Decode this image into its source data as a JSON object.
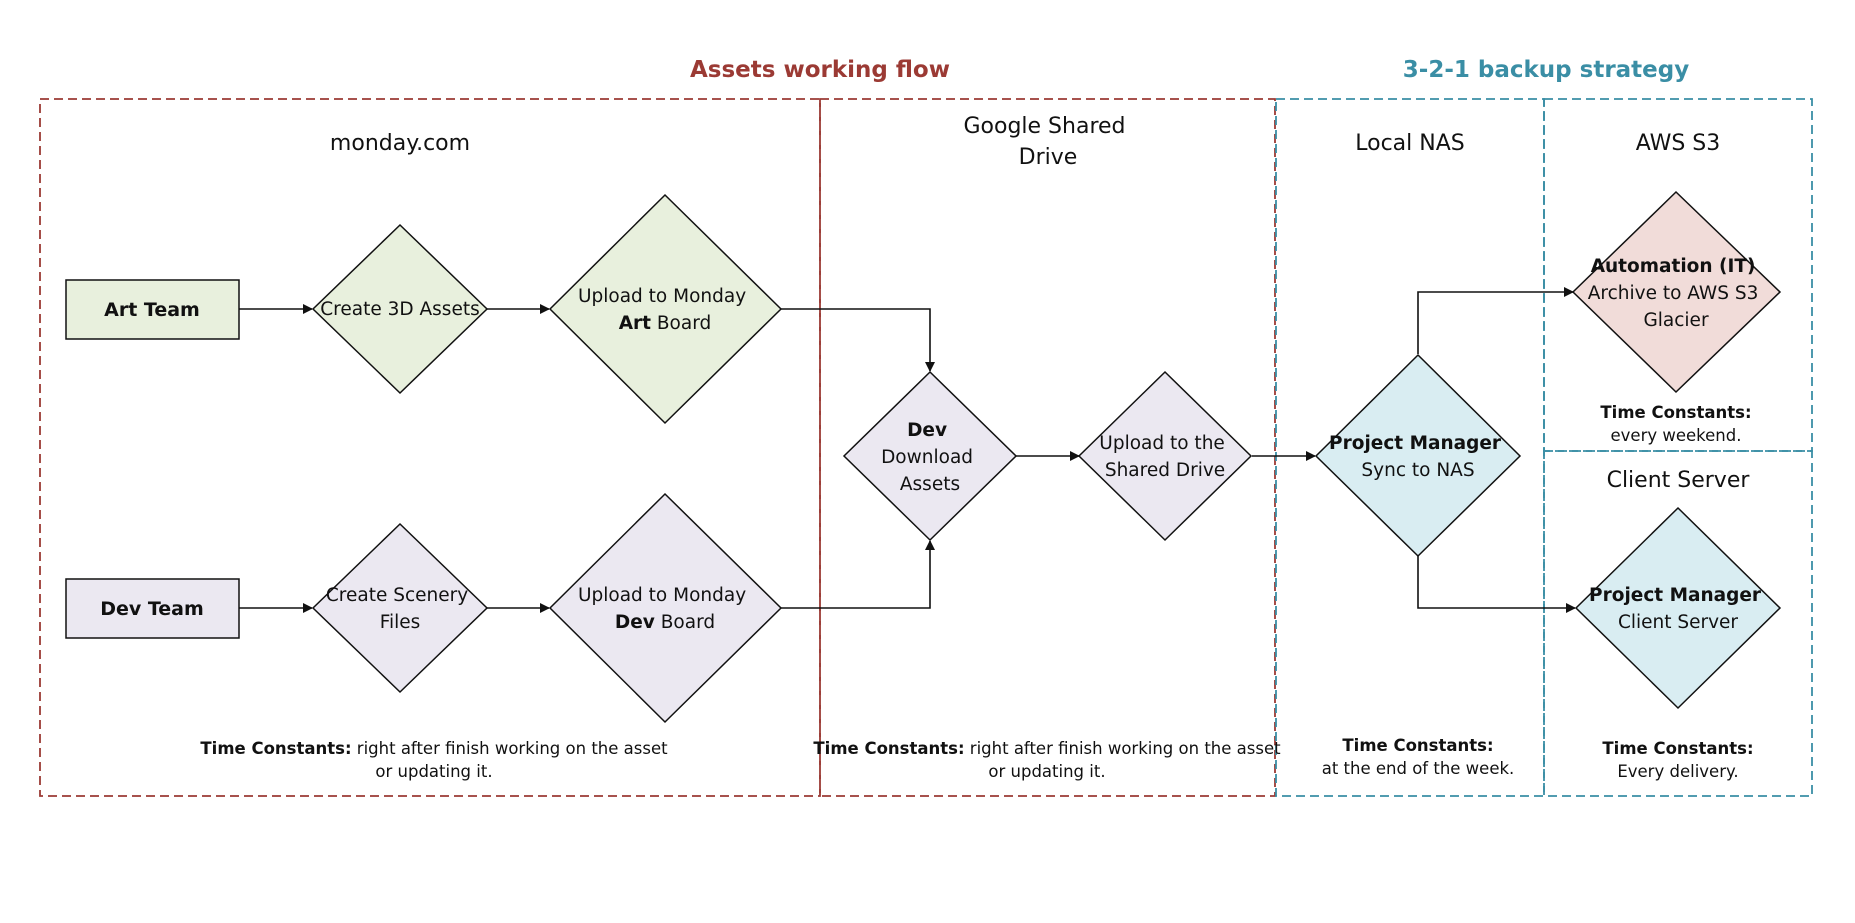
{
  "headings": {
    "assets_flow": "Assets working flow",
    "backup_strategy": "3-2-1 backup strategy"
  },
  "colors": {
    "assets_accent": "#9b3a34",
    "backup_accent": "#3a8ea5",
    "art_fill": "#e8f0dd",
    "dev_fill": "#ebe8f1",
    "manager_fill": "#d9edf2",
    "automation_fill": "#f1dcd9"
  },
  "zones": {
    "monday": "monday.com",
    "google": [
      "Google Shared",
      "Drive"
    ],
    "nas": "Local NAS",
    "aws": "AWS S3",
    "client": "Client Server"
  },
  "nodes": {
    "art_team": "Art Team",
    "dev_team": "Dev Team",
    "create_3d": "Create 3D Assets",
    "create_scenery": [
      "Create Scenery",
      "Files"
    ],
    "upload_art": {
      "line1": "Upload to Monday",
      "bold": "Art",
      "rest": " Board"
    },
    "upload_dev": {
      "line1": "Upload to Monday",
      "bold": "Dev",
      "rest": " Board"
    },
    "dev_download": {
      "line1": "Dev",
      "line2": "Download",
      "line3": "Assets"
    },
    "upload_shared": [
      "Upload to the",
      "Shared Drive"
    ],
    "pm_sync": {
      "line1": "Project Manager",
      "line2": "Sync to NAS"
    },
    "automation": {
      "line1": "Automation (IT)",
      "line2": "Archive to AWS S3",
      "line3": "Glacier"
    },
    "pm_client": {
      "line1": "Project Manager",
      "line2": "Client Server"
    }
  },
  "notes": {
    "monday": {
      "label": "Time Constants:",
      "text": " right after finish working on the asset",
      "line2": "or updating it."
    },
    "google": {
      "label": "Time Constants:",
      "text": " right after finish working on the asset",
      "line2": "or updating it."
    },
    "nas": {
      "label": "Time Constants:",
      "line2": "at the end of the week."
    },
    "aws": {
      "label": "Time Constants:",
      "line2": "every weekend."
    },
    "client": {
      "label": "Time Constants:",
      "line2": "Every delivery."
    }
  }
}
